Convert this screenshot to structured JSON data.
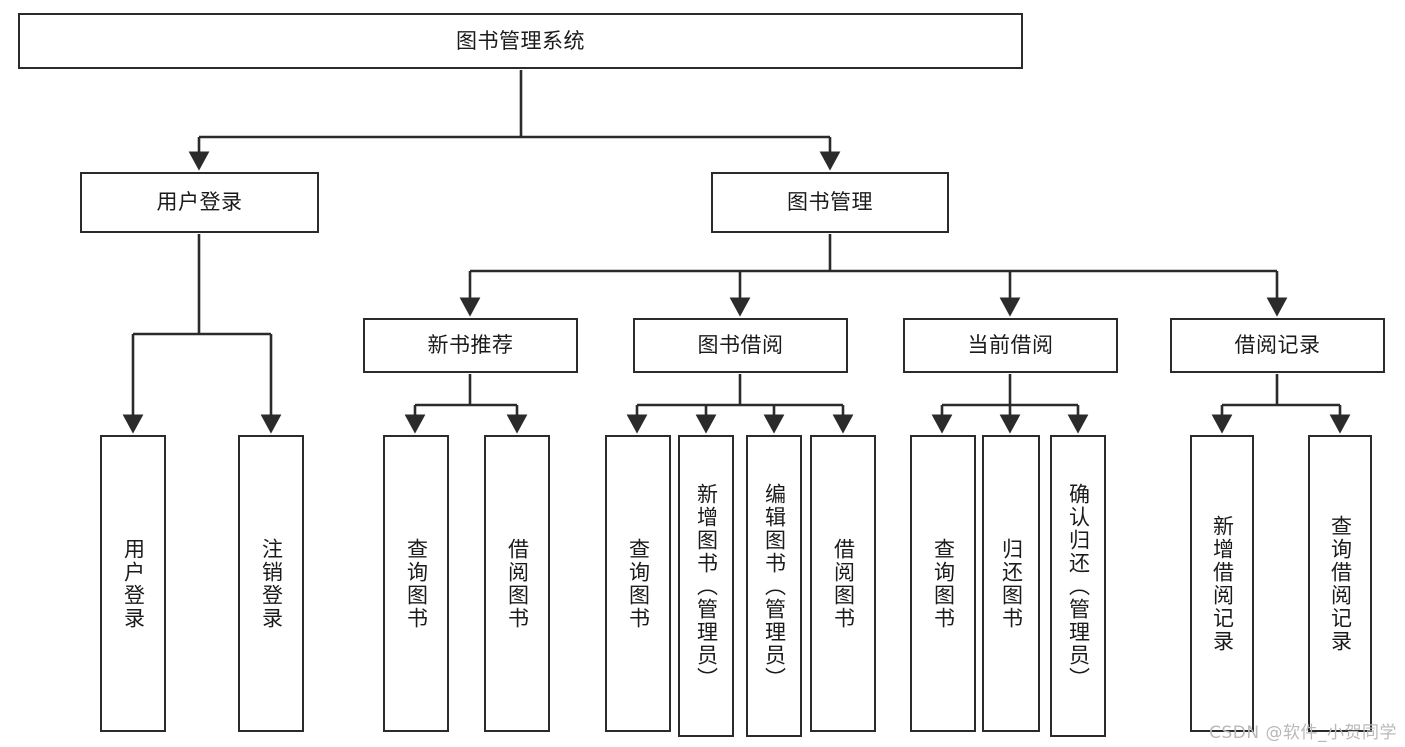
{
  "diagram": {
    "title": "图书管理系统",
    "type": "tree-hierarchy-chart",
    "colors": {
      "stroke": "#2b2b2b",
      "fill": "#ffffff",
      "text": "#1b1b1b",
      "watermark": "#b9b9b9"
    },
    "watermark": "CSDN @软件_小贺同学",
    "nodes": {
      "root": {
        "id": "root",
        "label": "图书管理系统",
        "level": 0
      },
      "l1": [
        {
          "id": "user-login",
          "label": "用户登录",
          "level": 1
        },
        {
          "id": "book-manage",
          "label": "图书管理",
          "level": 1
        }
      ],
      "l2": [
        {
          "id": "new-book-rec",
          "label": "新书推荐",
          "level": 2,
          "parent": "book-manage"
        },
        {
          "id": "book-borrow",
          "label": "图书借阅",
          "level": 2,
          "parent": "book-manage"
        },
        {
          "id": "current-borrow",
          "label": "当前借阅",
          "level": 2,
          "parent": "book-manage"
        },
        {
          "id": "borrow-record",
          "label": "借阅记录",
          "level": 2,
          "parent": "book-manage"
        }
      ],
      "leaves": [
        {
          "id": "leaf-user-login",
          "label": "用户登录",
          "parent": "user-login"
        },
        {
          "id": "leaf-logout-login",
          "label": "注销登录",
          "parent": "user-login"
        },
        {
          "id": "leaf-query-book-1",
          "label": "查询图书",
          "parent": "new-book-rec"
        },
        {
          "id": "leaf-borrow-book-1",
          "label": "借阅图书",
          "parent": "new-book-rec"
        },
        {
          "id": "leaf-query-book-2",
          "label": "查询图书",
          "parent": "book-borrow"
        },
        {
          "id": "leaf-add-book",
          "label": "新增图书（管理员）",
          "parent": "book-borrow"
        },
        {
          "id": "leaf-edit-book",
          "label": "编辑图书（管理员）",
          "parent": "book-borrow"
        },
        {
          "id": "leaf-borrow-book-2",
          "label": "借阅图书",
          "parent": "book-borrow"
        },
        {
          "id": "leaf-query-book-3",
          "label": "查询图书",
          "parent": "current-borrow"
        },
        {
          "id": "leaf-return-book",
          "label": "归还图书",
          "parent": "current-borrow"
        },
        {
          "id": "leaf-confirm-return",
          "label": "确认归还（管理员）",
          "parent": "current-borrow"
        },
        {
          "id": "leaf-add-record",
          "label": "新增借阅记录",
          "parent": "borrow-record"
        },
        {
          "id": "leaf-query-record",
          "label": "查询借阅记录",
          "parent": "borrow-record"
        }
      ]
    }
  }
}
